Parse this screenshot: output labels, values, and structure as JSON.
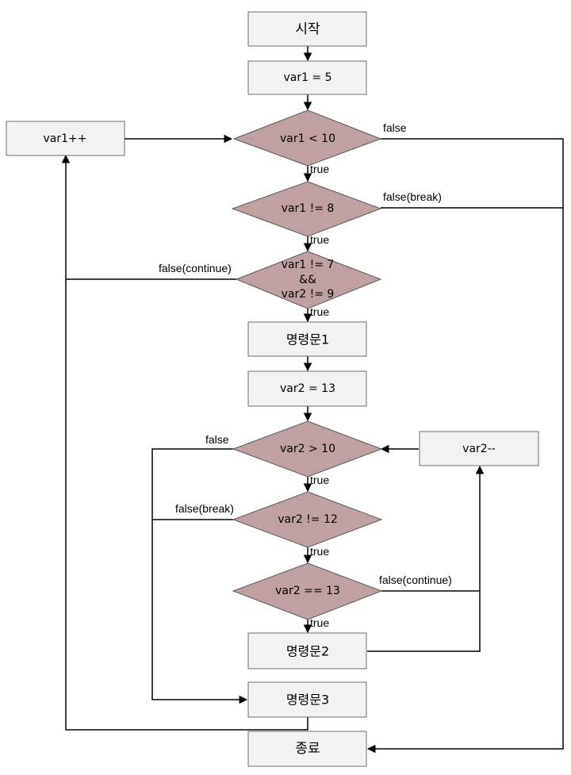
{
  "nodes": {
    "start": "시작",
    "var1_init": "var1 = 5",
    "var1_inc": "var1++",
    "cond_var1_lt_10": "var1 < 10",
    "cond_var1_ne_8": "var1 != 8",
    "cond_compound": [
      "var1 != 7",
      "&&",
      "var2 != 9"
    ],
    "stmt1": "명령문1",
    "var2_init": "var2 = 13",
    "cond_var2_gt_10": "var2 > 10",
    "var2_dec": "var2--",
    "cond_var2_ne_12": "var2 != 12",
    "cond_var2_eq_13": "var2 == 13",
    "stmt2": "명령문2",
    "stmt3": "명령문3",
    "end": "종료"
  },
  "edge_labels": {
    "d1_false": "false",
    "d1_true": "true",
    "d2_false": "false(break)",
    "d2_true": "true",
    "d3_false": "false(continue)",
    "d3_true": "true",
    "d4_false": "false",
    "d4_true": "true",
    "d5_false": "false(break)",
    "d5_true": "true",
    "d6_false": "false(continue)",
    "d6_true": "true"
  },
  "colors": {
    "box_fill": "#f2f2f2",
    "diamond_fill": "#bfa1a1",
    "line": "#000000"
  }
}
